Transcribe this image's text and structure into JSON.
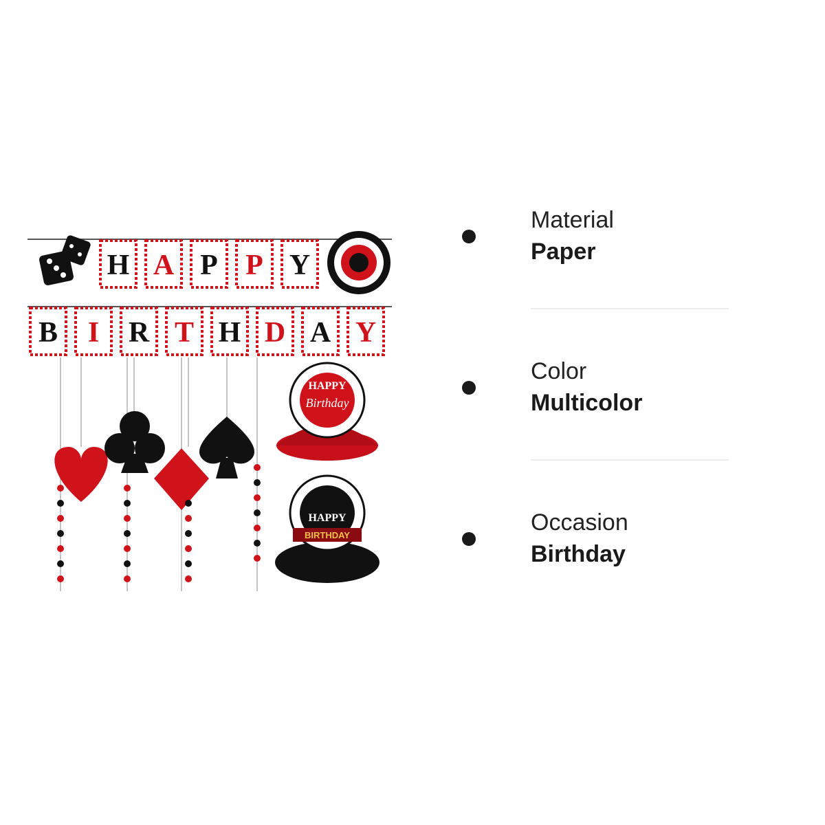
{
  "product_image": {
    "banner_top_letters": [
      "H",
      "A",
      "P",
      "P",
      "Y"
    ],
    "banner_bottom_letters": [
      "B",
      "I",
      "R",
      "T",
      "H",
      "D",
      "A",
      "Y"
    ],
    "centerpiece_1_text": [
      "HAPPY",
      "Birthday"
    ],
    "centerpiece_2_text": [
      "HAPPY",
      "BIRTHDAY"
    ],
    "colors": {
      "red": "#d0121b",
      "black": "#111111"
    }
  },
  "specs": [
    {
      "label": "Material",
      "value": "Paper"
    },
    {
      "label": "Color",
      "value": "Multicolor"
    },
    {
      "label": "Occasion",
      "value": "Birthday"
    }
  ]
}
